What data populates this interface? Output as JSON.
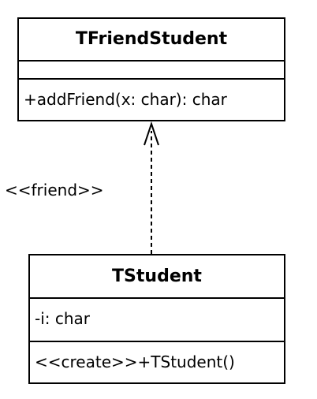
{
  "diagram": {
    "classes": [
      {
        "name": "TFriendStudent",
        "attributes": [],
        "operations": [
          "+addFriend(x: char): char"
        ]
      },
      {
        "name": "TStudent",
        "attributes": [
          "-i: char"
        ],
        "operations": [
          "<<create>>+TStudent()"
        ]
      }
    ],
    "relationship": {
      "type": "dependency",
      "from": "TStudent",
      "to": "TFriendStudent",
      "stereotype": "<<friend>>"
    },
    "colors": {
      "line": "#000000",
      "background": "#ffffff"
    }
  }
}
